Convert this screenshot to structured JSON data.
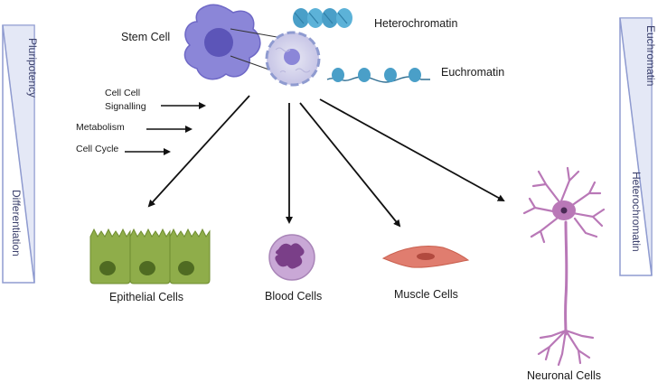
{
  "labels": {
    "stem_cell": "Stem Cell",
    "heterochromatin": "Heterochromatin",
    "euchromatin": "Euchromatin",
    "cell_cell_signalling_line1": "Cell Cell",
    "cell_cell_signalling_line2": "Signalling",
    "metabolism": "Metabolism",
    "cell_cycle": "Cell Cycle",
    "epithelial_cells": "Epithelial Cells",
    "blood_cells": "Blood Cells",
    "muscle_cells": "Muscle Cells",
    "neuronal_cells": "Neuronal Cells"
  },
  "left_gradient": {
    "top_label": "Pluripotency",
    "bottom_label": "Differentiation"
  },
  "right_gradient": {
    "top_label": "Euchromatin",
    "bottom_label": "Heterochromatin"
  },
  "colors": {
    "stem_cell": "#8b86d8",
    "nucleus": "#5c55b8",
    "chromatin": "#4a9fc8",
    "epithelial": "#8fad4a",
    "blood": "#c9a8d6",
    "muscle": "#e07d6f",
    "neuron": "#b978b7",
    "gradient_border": "#8f9bd0",
    "arrow": "#111111"
  }
}
